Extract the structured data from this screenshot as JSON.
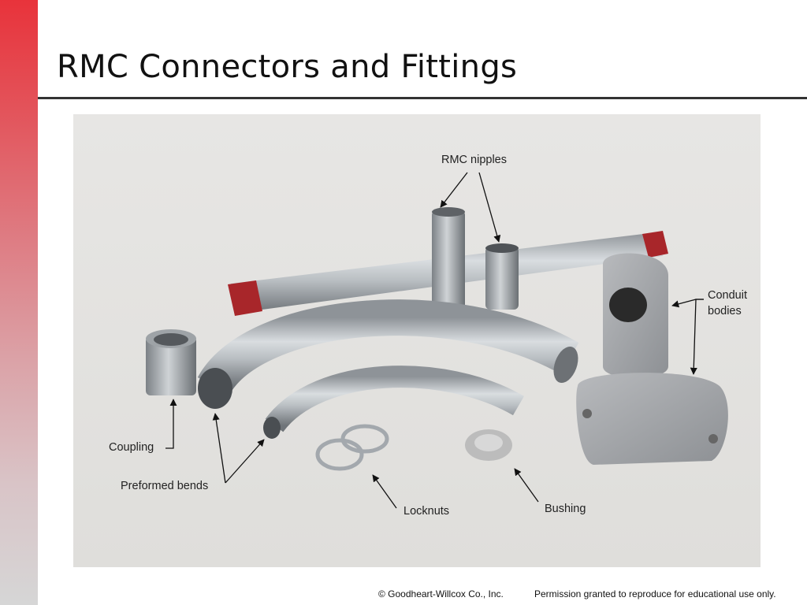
{
  "slide": {
    "title": "RMC Connectors and Fittings"
  },
  "photo": {
    "labels": {
      "rmc_nipples": "RMC nipples",
      "conduit_bodies_line1": "Conduit",
      "conduit_bodies_line2": "bodies",
      "coupling": "Coupling",
      "preformed_bends": "Preformed bends",
      "locknuts": "Locknuts",
      "bushing": "Bushing"
    }
  },
  "footer": {
    "copyright": "© Goodheart-Willcox Co., Inc.",
    "permission": "Permission granted to reproduce for educational use only."
  },
  "colors": {
    "accent_bar_top": "#e8333b",
    "conduit_cap": "#a8262a"
  }
}
